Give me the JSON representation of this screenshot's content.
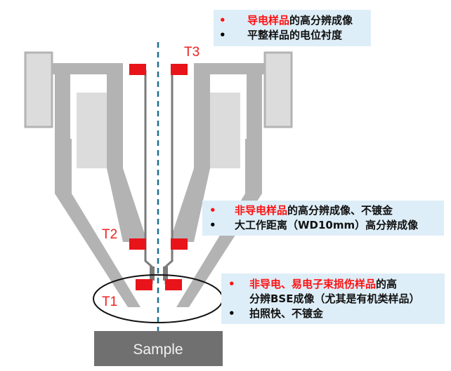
{
  "diagram": {
    "title": "SEM detector positions T1 / T2 / T3",
    "labels": {
      "t1": "T1",
      "t2": "T2",
      "t3": "T3",
      "sample": "Sample"
    },
    "colors": {
      "detector": "#e8141a",
      "pole_piece": "#b3b3b3",
      "coil": "#dcdcdc",
      "liner": "#7a7a7a",
      "beam_axis": "#1f6f8b",
      "sample": "#707070",
      "note_bg": "#deeef8",
      "highlight": "#ff1010"
    }
  },
  "notes": {
    "t3": {
      "items": [
        {
          "highlight": "导电样品",
          "rest": "的高分辨成像",
          "bullet_color": "red"
        },
        {
          "highlight": "",
          "rest": "平整样品的电位衬度",
          "bullet_color": "black"
        }
      ]
    },
    "t2": {
      "items": [
        {
          "highlight": "非导电样品",
          "rest": "的高分辨成像、不镀金",
          "bullet_color": "red"
        },
        {
          "highlight": "",
          "rest": "大工作距离（WD10mm）高分辨成像",
          "bullet_color": "black"
        }
      ]
    },
    "t1": {
      "items": [
        {
          "highlight": "非导电、易电子束损伤样品",
          "rest": "的高",
          "continuation": "分辨BSE成像（尤其是有机类样品）",
          "bullet_color": "red"
        },
        {
          "highlight": "",
          "rest": "拍照快、不镀金",
          "bullet_color": "black"
        }
      ]
    },
    "bullet_char": "•"
  }
}
